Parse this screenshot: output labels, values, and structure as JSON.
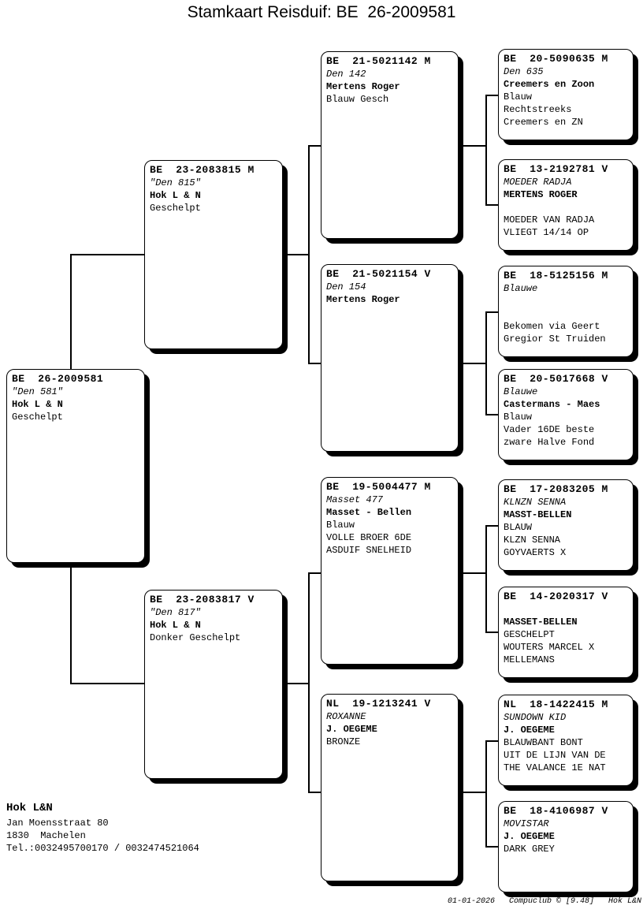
{
  "title": "Stamkaart Reisduif: BE  26-2009581",
  "colors": {
    "ring_red": "#d91f1f",
    "line_black": "#000000",
    "box_bg": "#ffffff"
  },
  "owner": {
    "name": "Hok L&N",
    "address_line1": "Jan Moensstraat 80",
    "address_line2": "1830  Machelen",
    "phone": "Tel.:0032495700170 / 0032474521064"
  },
  "footer": "01-01-2026   Compuclub © [9.48]   Hok L&N",
  "pigeons": {
    "subject": {
      "ring": "BE  26-2009581",
      "name": "\"Den 581\"",
      "breeder": "Hok L & N",
      "info1": "Geschelpt",
      "info2": "",
      "info3": ""
    },
    "father": {
      "ring": "BE  23-2083815 M",
      "name": "\"Den 815\"",
      "breeder": "Hok L & N",
      "info1": "Geschelpt",
      "info2": "",
      "info3": ""
    },
    "mother": {
      "ring": "BE  23-2083817 V",
      "name": "\"Den 817\"",
      "breeder": "Hok L & N",
      "info1": "Donker Geschelpt",
      "info2": "",
      "info3": ""
    },
    "gp1": {
      "ring": "BE  21-5021142 M",
      "name": "Den 142",
      "breeder": "Mertens Roger",
      "info1": "Blauw Gesch",
      "info2": "",
      "info3": ""
    },
    "gp2": {
      "ring": "BE  21-5021154 V",
      "name": "Den 154",
      "breeder": "Mertens Roger",
      "info1": "",
      "info2": "",
      "info3": ""
    },
    "gp3": {
      "ring": "BE  19-5004477 M",
      "name": "Masset 477",
      "breeder": "Masset - Bellen",
      "info1": "Blauw",
      "info2": "VOLLE BROER 6DE",
      "info3": "ASDUIF SNELHEID"
    },
    "gp4": {
      "ring": "NL  19-1213241 V",
      "name": "ROXANNE",
      "breeder": "J. OEGEME",
      "info1": "BRONZE",
      "info2": "",
      "info3": ""
    },
    "gg1": {
      "ring": "BE  20-5090635 M",
      "name": "Den 635",
      "breeder": "Creemers en Zoon",
      "info1": "Blauw",
      "info2": "Rechtstreeks",
      "info3": "Creemers en ZN"
    },
    "gg2": {
      "ring": "BE  13-2192781 V",
      "name": "MOEDER RADJA",
      "breeder": "MERTENS ROGER",
      "info1": "",
      "info2": "MOEDER VAN RADJA",
      "info3": "VLIEGT 14/14 OP"
    },
    "gg3": {
      "ring": "BE  18-5125156 M",
      "name": "Blauwe",
      "breeder": "",
      "info1": "",
      "info2": "Bekomen via Geert",
      "info3": "Gregior St Truiden"
    },
    "gg4": {
      "ring": "BE  20-5017668 V",
      "name": "Blauwe",
      "breeder": "Castermans - Maes",
      "info1": "Blauw",
      "info2": "Vader 16DE beste",
      "info3": "zware Halve Fond"
    },
    "gg5": {
      "ring": "BE  17-2083205 M",
      "name": "KLNZN SENNA",
      "breeder": "MASST-BELLEN",
      "info1": "BLAUW",
      "info2": "KLZN SENNA",
      "info3": "GOYVAERTS X"
    },
    "gg6": {
      "ring": "BE  14-2020317 V",
      "name": "",
      "breeder": "MASSET-BELLEN",
      "info1": "GESCHELPT",
      "info2": "WOUTERS MARCEL X",
      "info3": "MELLEMANS"
    },
    "gg7": {
      "ring": "NL  18-1422415 M",
      "name": "SUNDOWN KID",
      "breeder": "J. OEGEME",
      "info1": "BLAUWBANT BONT",
      "info2": "UIT DE LIJN VAN DE",
      "info3": "THE VALANCE 1E NAT"
    },
    "gg8": {
      "ring": "BE  18-4106987 V",
      "name": "MOVISTAR",
      "breeder": "J. OEGEME",
      "info1": "DARK GREY",
      "info2": "",
      "info3": ""
    }
  }
}
